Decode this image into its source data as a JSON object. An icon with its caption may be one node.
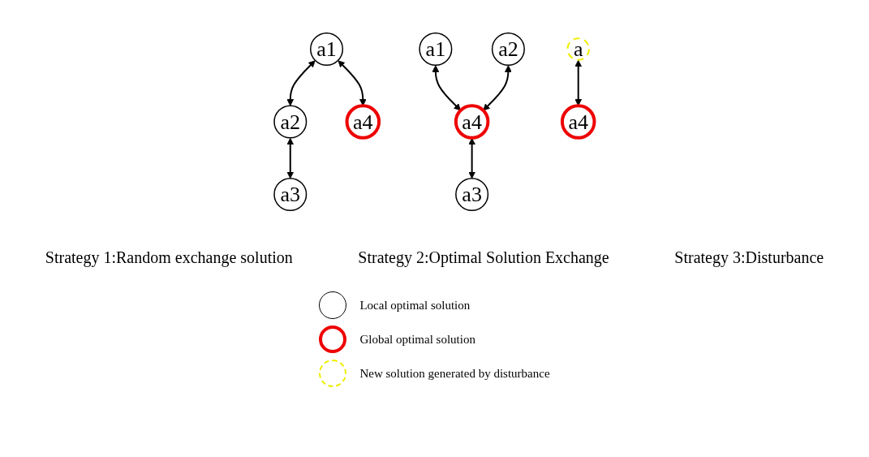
{
  "diagram": {
    "nodes": [
      {
        "text": [
          "a1"
        ]
      },
      {
        "text": [
          "a2"
        ]
      },
      {
        "text": [
          "a4"
        ]
      },
      {
        "text": [
          "a3"
        ]
      },
      {
        "text": [
          "a1"
        ]
      },
      {
        "text": [
          "a2"
        ]
      },
      {
        "text": [
          "a4"
        ]
      },
      {
        "text": [
          "a3"
        ]
      },
      {
        "text": [
          "a"
        ]
      },
      {
        "text": [
          "a4"
        ]
      }
    ],
    "edges": [
      {
        "from": 0,
        "to": 1,
        "arrow": "both"
      },
      {
        "from": 0,
        "to": 2,
        "arrow": "both"
      },
      {
        "from": 1,
        "to": 3,
        "arrow": "both"
      },
      {
        "from": 4,
        "to": 6,
        "arrow": "both"
      },
      {
        "from": 5,
        "to": 6,
        "arrow": "both"
      },
      {
        "from": 6,
        "to": 7,
        "arrow": "both"
      },
      {
        "from": 8,
        "to": 9,
        "arrow": "both"
      }
    ],
    "labels": [
      "Strategy 1:Random exchange solution",
      "Strategy 2:Optimal Solution Exchange",
      "Strategy 3:Disturbance"
    ],
    "legend": [
      {
        "text": "Local optimal solution"
      },
      {
        "text": "Global optimal solution"
      },
      {
        "text": "New solution generated by disturbance"
      }
    ]
  }
}
